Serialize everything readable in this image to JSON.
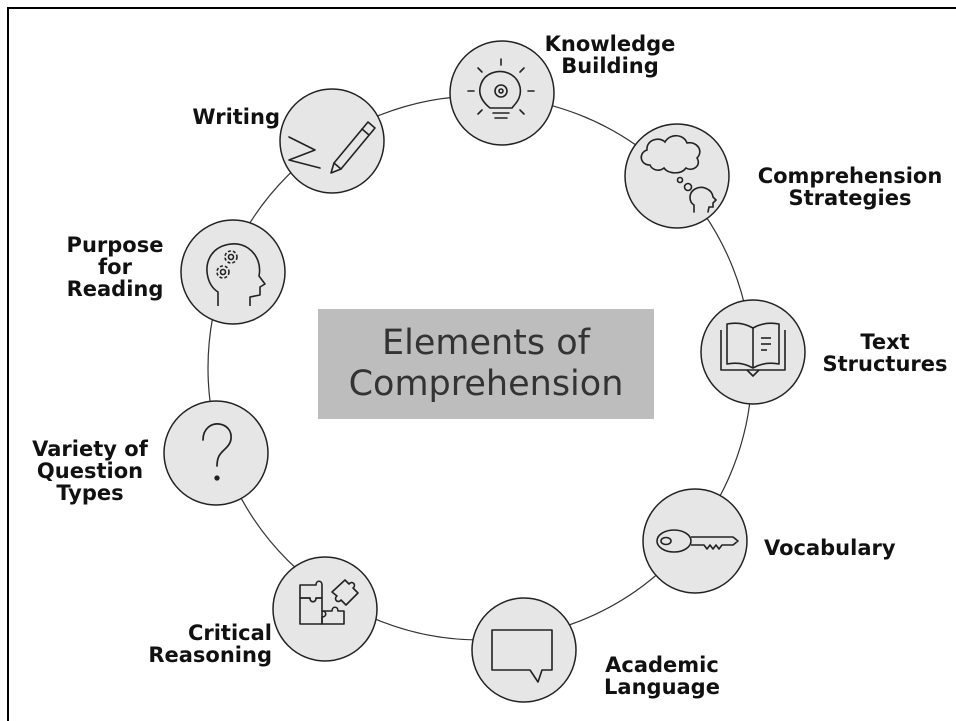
{
  "diagram": {
    "center_title": "Elements of\nComprehension",
    "nodes": [
      {
        "label": "Knowledge\nBuilding",
        "icon": "lightbulb-gear-icon"
      },
      {
        "label": "Comprehension\nStrategies",
        "icon": "thought-cloud-head-icon"
      },
      {
        "label": "Text\nStructures",
        "icon": "open-book-icon"
      },
      {
        "label": "Vocabulary",
        "icon": "key-icon"
      },
      {
        "label": "Academic\nLanguage",
        "icon": "speech-bubble-icon"
      },
      {
        "label": "Critical\nReasoning",
        "icon": "puzzle-icon"
      },
      {
        "label": "Variety of\nQuestion\nTypes",
        "icon": "question-mark-icon"
      },
      {
        "label": "Purpose\nfor\nReading",
        "icon": "head-gears-icon"
      },
      {
        "label": "Writing",
        "icon": "pen-signature-icon"
      }
    ],
    "colors": {
      "node_fill": "#e6e6e6",
      "node_stroke": "#222222",
      "center_fill": "#bdbdbd",
      "center_text": "#333333"
    }
  }
}
